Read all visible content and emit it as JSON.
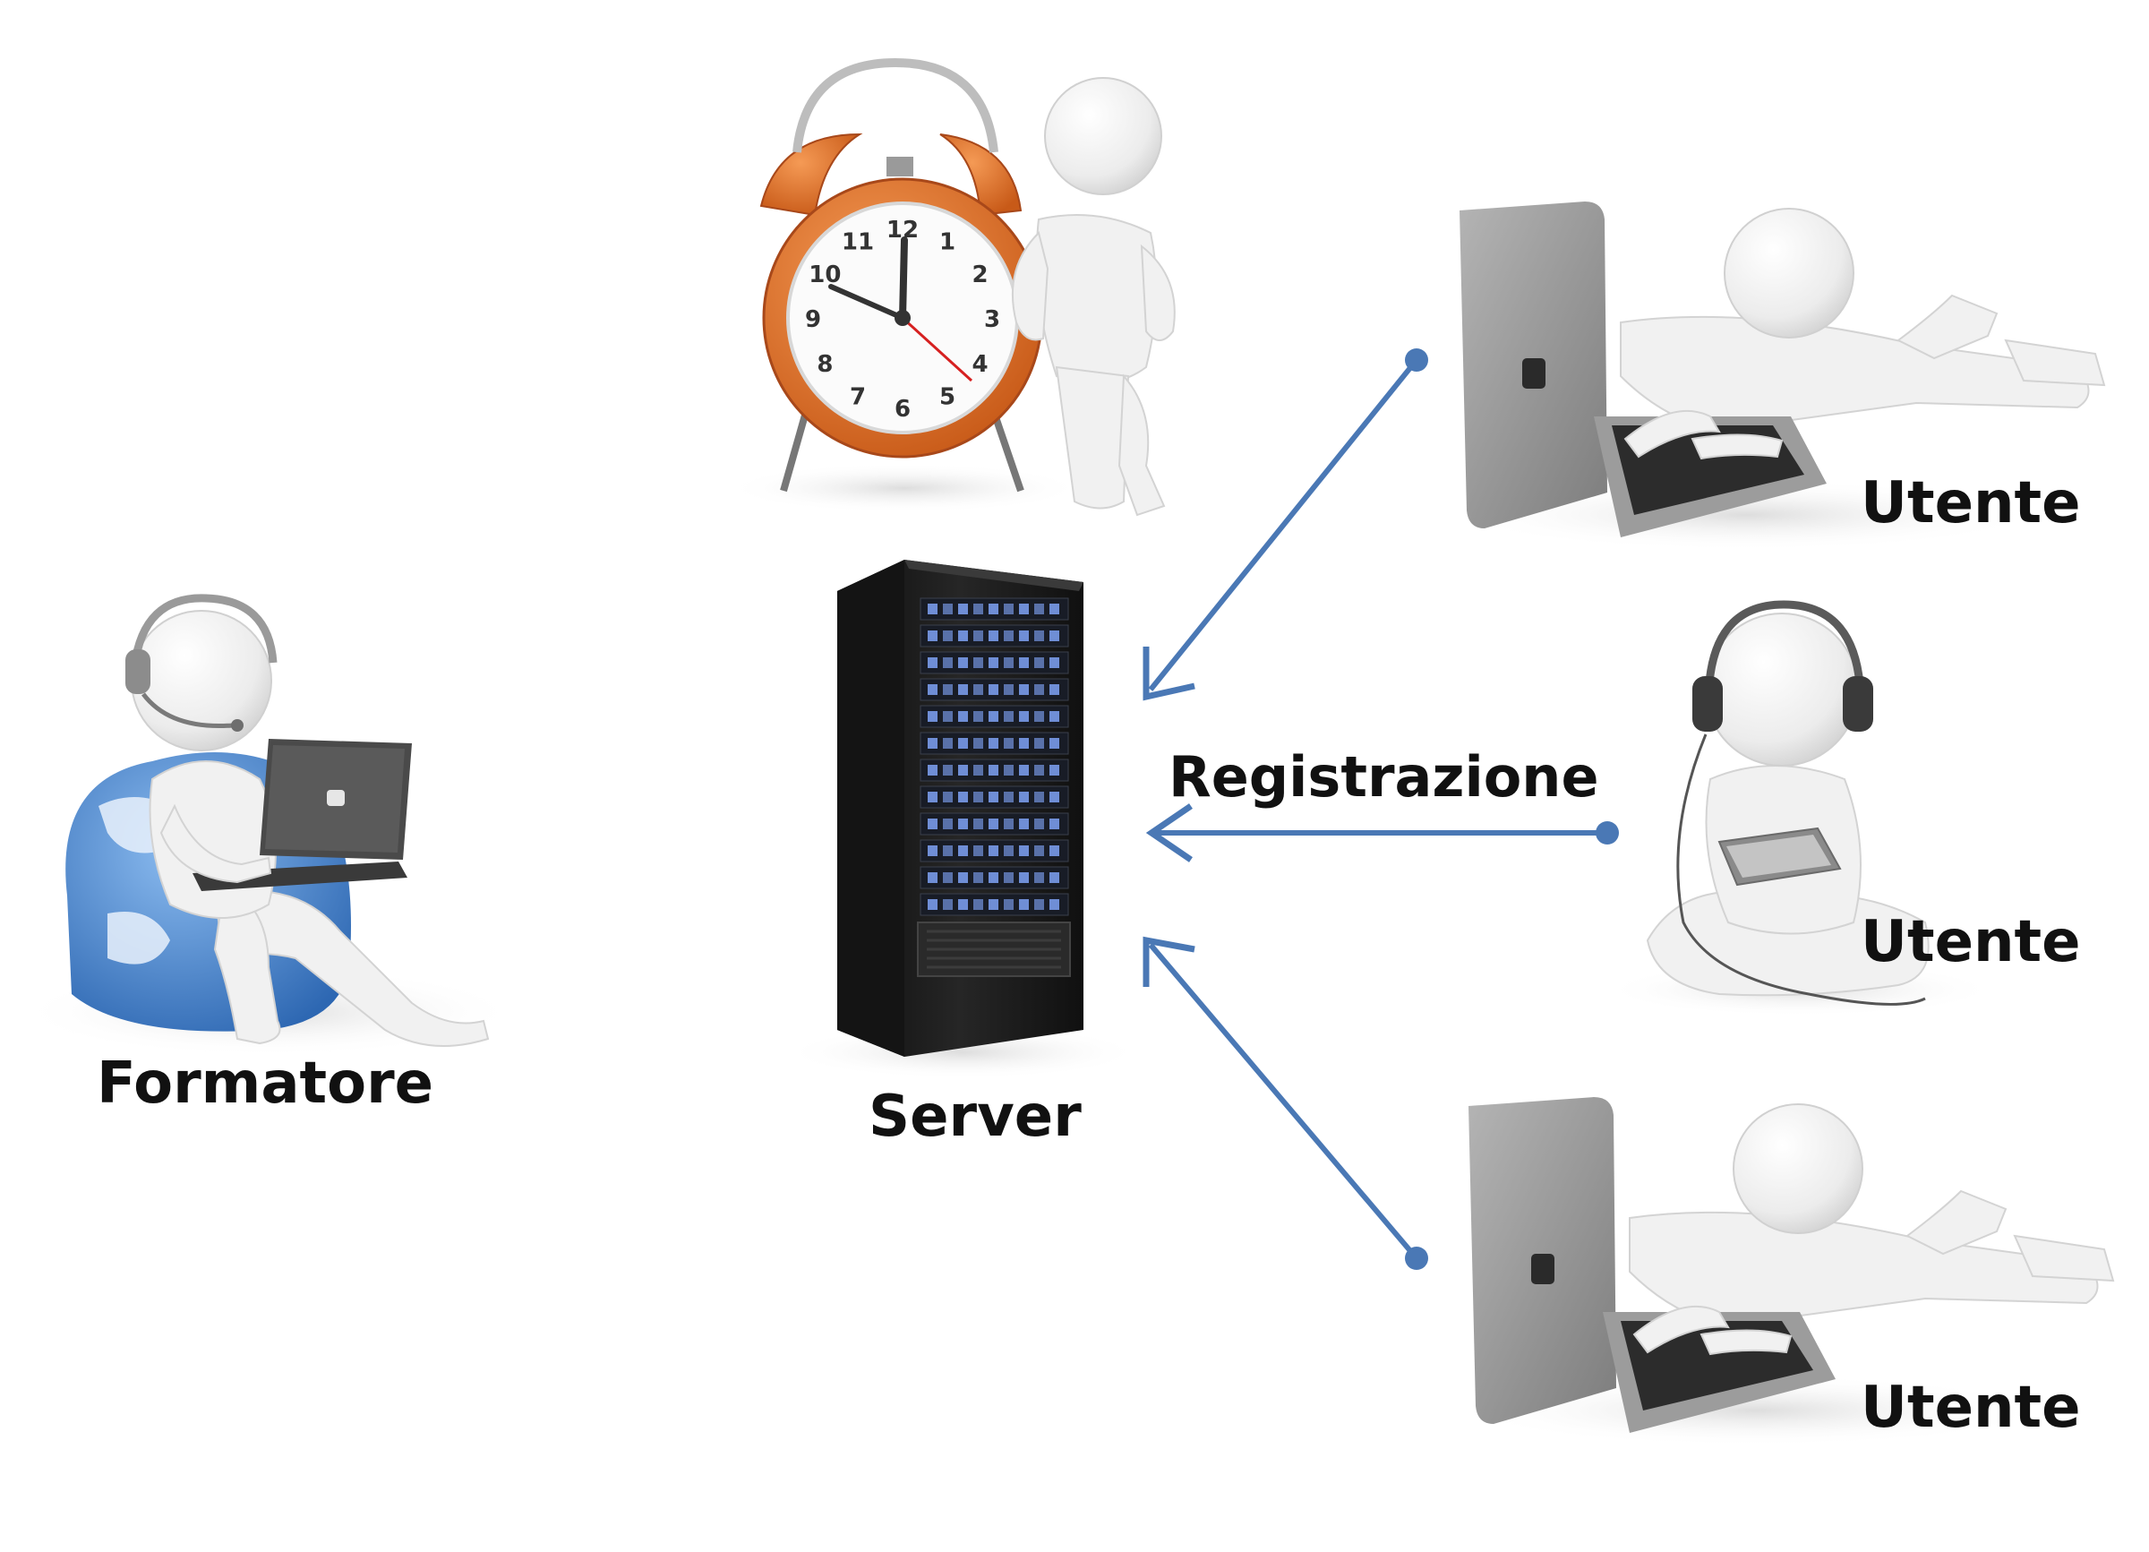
{
  "labels": {
    "formatore": "Formatore",
    "server": "Server",
    "registrazione": "Registrazione",
    "utente_top": "Utente",
    "utente_middle": "Utente",
    "utente_bottom": "Utente"
  },
  "clock": {
    "numerals": [
      "12",
      "1",
      "2",
      "3",
      "4",
      "5",
      "6",
      "7",
      "8",
      "9",
      "10",
      "11"
    ]
  },
  "icons": {
    "formatore": "person-on-globe-beanbag-with-laptop-and-headset",
    "clock": "alarm-clock-with-leaning-person",
    "server": "server-rack",
    "utente_top": "person-lying-with-laptop",
    "utente_middle": "person-sitting-with-tablet-and-headphones",
    "utente_bottom": "person-lying-with-laptop"
  },
  "colors": {
    "arrow": "#4a78b5",
    "clock_body": "#e8762d",
    "server_body": "#1c1c1c",
    "server_leds": "#6f8ed6",
    "globe": "#4a86d1",
    "text": "#111111"
  }
}
